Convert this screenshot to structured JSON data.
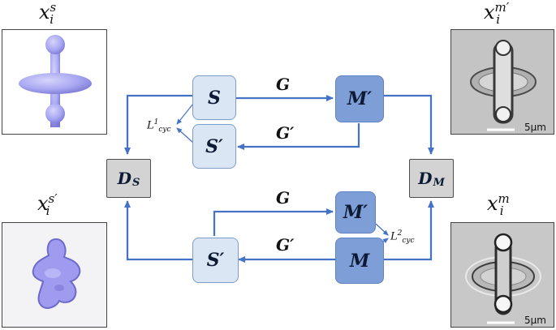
{
  "nodes": {
    "s_top": "S",
    "s_prime_top": "S′",
    "m_prime_top": "M′",
    "m_bottom": "M",
    "m_prime_bottom": "M′",
    "s_prime_bottom": "S′",
    "d_s": {
      "main": "D",
      "sub": "S"
    },
    "d_m": {
      "main": "D",
      "sub": "M"
    }
  },
  "edges": {
    "g_top": "G",
    "g_prime_top": "G′",
    "g_bottom": "G",
    "g_prime_bottom": "G′"
  },
  "losses": {
    "cyc1": {
      "main": "L",
      "sup": "1",
      "sub": "cyc"
    },
    "cyc2": {
      "main": "L",
      "sup": "2",
      "sub": "cyc"
    }
  },
  "images": {
    "sim_top": {
      "var": "x",
      "sub": "i",
      "sup": "s"
    },
    "mic_top": {
      "var": "x",
      "sub": "i",
      "sup": "m′",
      "scale": "5μm"
    },
    "sim_bottom": {
      "var": "x",
      "sub": "i",
      "sup": "s′"
    },
    "mic_bottom": {
      "var": "x",
      "sub": "i",
      "sup": "m",
      "scale": "5μm"
    }
  },
  "colors": {
    "arrow": "#4472c4",
    "sim_fill": "#dbe6f5",
    "mic_fill": "#7e9ed8",
    "disc_fill": "#d3d3d3",
    "cell_fill": "#a9a8f2"
  }
}
